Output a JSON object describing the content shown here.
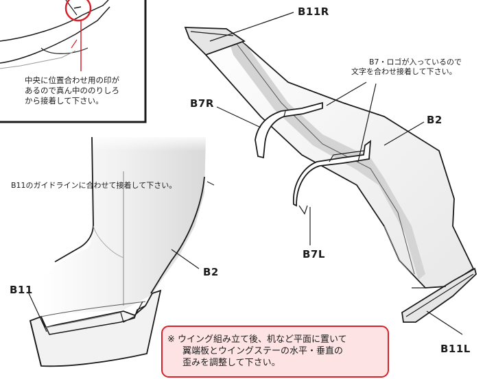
{
  "labels": {
    "b11r": "B11R",
    "b7r": "B7R",
    "b2_right": "B2",
    "b7l": "B7L",
    "b11l": "B11L",
    "b2_left": "B2",
    "b11": "B11"
  },
  "notes": {
    "callout_line1": "中央に位置合わせ用の印が",
    "callout_line2": "あるので真ん中ののりしろ",
    "callout_line3": "から接着して下さい。",
    "b7_logo_line1": "B7・ロゴが入っているので",
    "b7_logo_line2": "文字を合わせ接着して下さい。",
    "guide_line": "B11のガイドラインに合わせて接着して下さい。"
  },
  "warning": {
    "line1": "※ ウイング組み立て後、机など平面に置いて",
    "line2": "翼端板とウイングステーの水平・垂直の",
    "line3": "歪みを調整して下さい。"
  },
  "colors": {
    "accent_red": "#d8202a",
    "warning_fill": "#fde3e3",
    "line": "#1a1a1a",
    "shade": "#dcdcdc"
  }
}
